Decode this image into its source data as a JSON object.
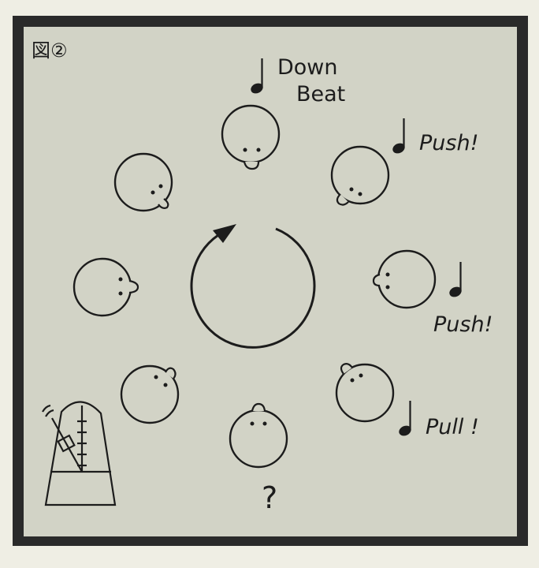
{
  "figure": {
    "label": "図②",
    "colors": {
      "page": "#efeee4",
      "frame": "#2a2a2a",
      "panel": "#d2d3c6",
      "ink": "#1c1c1c"
    }
  },
  "annotations": {
    "down_beat_line1": "Down",
    "down_beat_line2": "Beat",
    "push_1": "Push!",
    "push_2": "Push!",
    "pull": "Pull !",
    "question": "?"
  },
  "icons": {
    "note": "quarter-note-icon",
    "rotation": "clockwise-arrow-icon",
    "metronome": "metronome-icon"
  }
}
